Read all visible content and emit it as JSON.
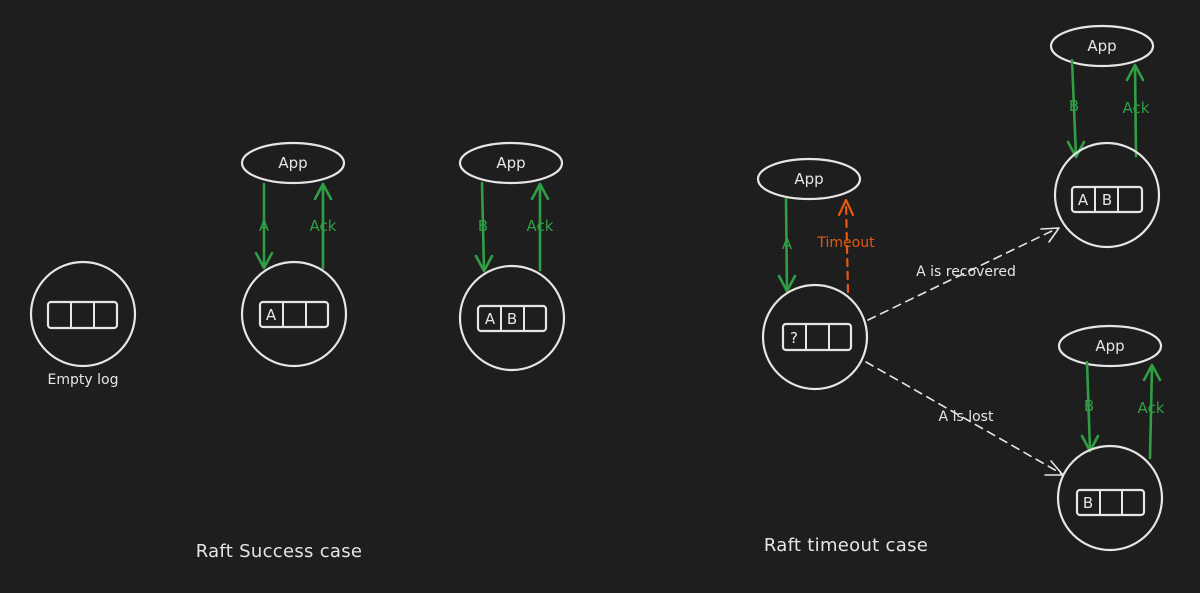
{
  "labels": {
    "empty_log": "Empty log",
    "success_case": "Raft Success case",
    "timeout_case": "Raft timeout case",
    "recovered": "A is recovered",
    "lost": "A is lost"
  },
  "apps": {
    "success_1": "App",
    "success_2": "App",
    "timeout": "App",
    "recovered": "App",
    "lost": "App"
  },
  "arrows": {
    "success_1_down": "A",
    "success_1_up": "Ack",
    "success_2_down": "B",
    "success_2_up": "Ack",
    "timeout_down": "A",
    "timeout_up": "Timeout",
    "recovered_down": "B",
    "recovered_up": "Ack",
    "lost_down": "B",
    "lost_up": "Ack"
  },
  "logs": {
    "empty": [
      "",
      "",
      ""
    ],
    "success_1": [
      "A",
      "",
      ""
    ],
    "success_2": [
      "A",
      "B",
      ""
    ],
    "timeout": [
      "?",
      "",
      ""
    ],
    "recovered": [
      "A",
      "B",
      ""
    ],
    "lost": [
      "B",
      "",
      ""
    ]
  },
  "colors": {
    "background": "#1e1e1e",
    "stroke": "#e6e6e6",
    "green": "#2f9e44",
    "orange": "#e8590c"
  }
}
